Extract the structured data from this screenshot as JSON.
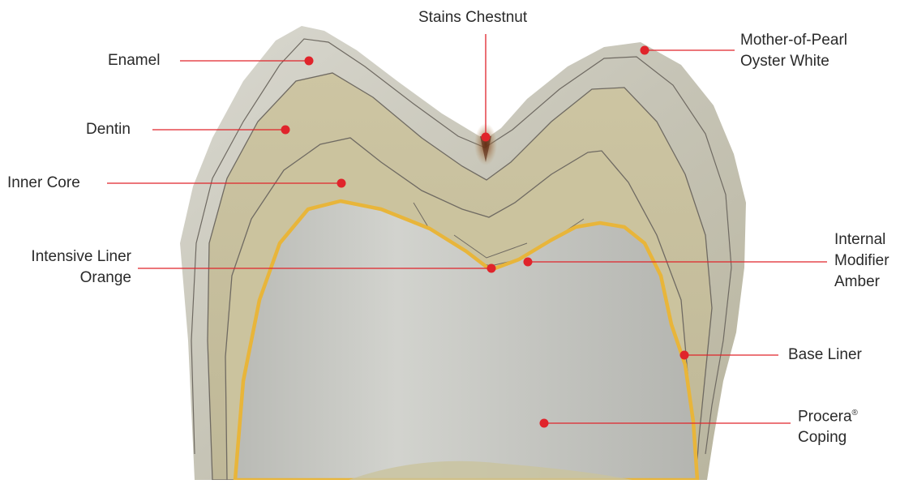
{
  "colors": {
    "leader": "#e0242b",
    "dot": "#e0242b",
    "liner": "#e8b53a",
    "layer_line": "#6f6a62",
    "enamel": "#cfcdc3",
    "dentin": "#c9c3a2",
    "core": "#cfc6a0",
    "coping": "#c8c9c4"
  },
  "labels": {
    "stains": "Stains Chestnut",
    "enamel": "Enamel",
    "mother_line1": "Mother-of-Pearl",
    "mother_line2": "Oyster White",
    "dentin": "Dentin",
    "inner_core": "Inner Core",
    "intensive_line1": "Intensive Liner",
    "intensive_line2": "Orange",
    "internal_line1": "Internal",
    "internal_line2": "Modifier",
    "internal_line3": "Amber",
    "base_liner": "Base Liner",
    "procera_line1": "Procera",
    "procera_mark": "®",
    "procera_line2": "Coping"
  }
}
